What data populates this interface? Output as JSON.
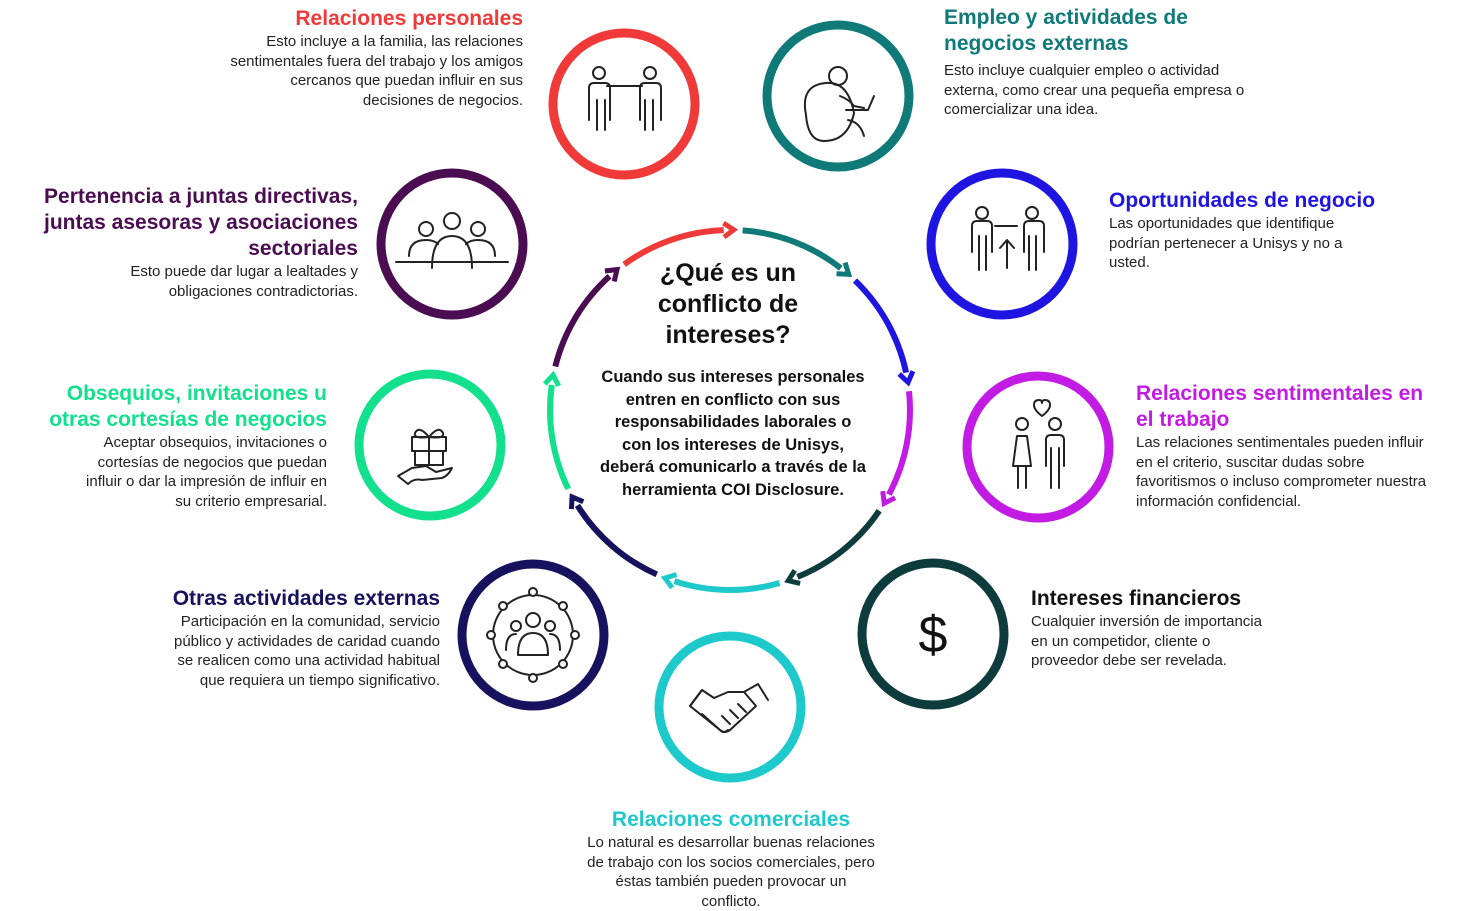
{
  "center": {
    "title": "¿Qué es un conflicto de intereses?",
    "description": "Cuando sus intereses personales entren en conflicto con sus responsabilidades laborales o con los intereses de Unisys, deberá comunicarlo a través de la herramienta COI Disclosure."
  },
  "categories": [
    {
      "id": "personal",
      "title": "Relaciones personales",
      "description": "Esto incluye a la familia, las relaciones sentimentales fuera del trabajo y los amigos cercanos que puedan influir en sus decisiones de negocios.",
      "color": "#f03a3a",
      "icon": "people-meeting-icon"
    },
    {
      "id": "employment",
      "title": "Empleo y actividades de negocios externas",
      "description": "Esto incluye cualquier empleo o actividad externa, como crear una pequeña empresa o comercializar una idea.",
      "color": "#0f7a78",
      "icon": "person-laptop-icon"
    },
    {
      "id": "opportunities",
      "title": "Oportunidades de negocio",
      "description": "Las oportunidades que identifique podrían pertenecer a Unisys y no a usted.",
      "color": "#1e16e0",
      "icon": "people-handover-icon"
    },
    {
      "id": "romantic",
      "title": "Relaciones sentimentales en el trabajo",
      "description": "Las relaciones sentimentales pueden influir en el criterio, suscitar dudas sobre favoritismos o incluso comprometer nuestra información confidencial.",
      "color": "#c21be3",
      "icon": "couple-heart-icon"
    },
    {
      "id": "financial",
      "title": "Intereses financieros",
      "description": " Cualquier inversión de importancia en un competidor, cliente o proveedor debe ser revelada.",
      "color": "#0e3b3c",
      "icon": "dollar-icon"
    },
    {
      "id": "commercial",
      "title": "Relaciones comerciales",
      "description": "Lo natural es desarrollar buenas relaciones de trabajo con los socios comerciales, pero éstas también pueden provocar un conflicto.",
      "color": "#1ec9cc",
      "icon": "handshake-icon"
    },
    {
      "id": "other",
      "title": "Otras actividades externas",
      "description": "Participación en la comunidad, servicio público y actividades de caridad cuando se realicen como una actividad habitual que requiera un tiempo significativo.",
      "color": "#17125e",
      "icon": "community-network-icon"
    },
    {
      "id": "gifts",
      "title": "Obsequios, invitaciones u otras cortesías de negocios",
      "description": "Aceptar obsequios, invitaciones o cortesías de negocios que puedan influir o dar la impresión de influir en su criterio empresarial.",
      "color": "#12e08c",
      "icon": "gift-hand-icon"
    },
    {
      "id": "boards",
      "title": "Pertenencia a juntas directivas, juntas asesoras y asociaciones sectoriales",
      "description": "Esto puede dar lugar a lealtades y obligaciones contradictorias.",
      "color": "#4a0d52",
      "icon": "board-group-icon"
    }
  ]
}
